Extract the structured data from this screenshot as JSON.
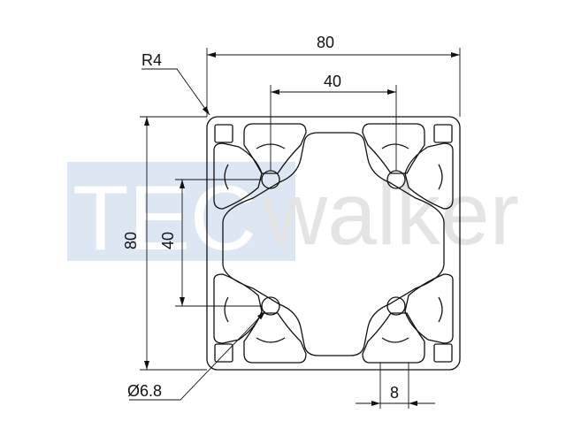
{
  "colors": {
    "line": "#111111",
    "watermark_block": "#dde7f3",
    "watermark_text": "#e6e6e6"
  },
  "watermark": {
    "left": "TEC",
    "right": "walker"
  },
  "dimensions": {
    "width_overall": "80",
    "height_overall": "80",
    "slot_pitch_horizontal": "40",
    "slot_pitch_vertical": "40",
    "slot_width": "8",
    "corner_radius": "R4",
    "hole_diameter": "Ø6.8"
  }
}
